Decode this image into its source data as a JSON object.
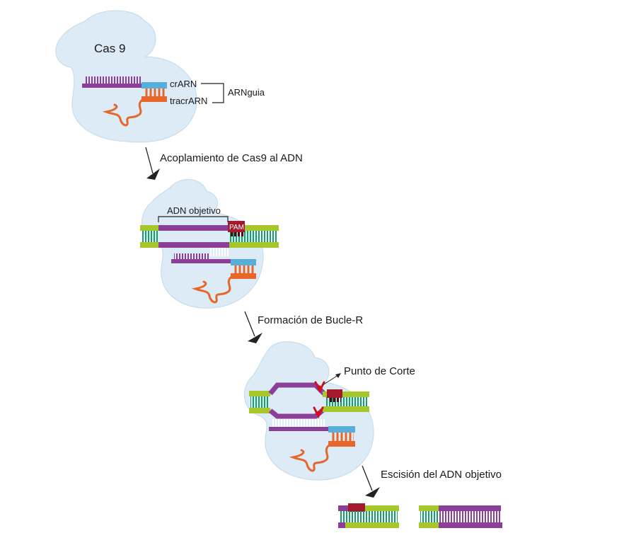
{
  "labels": {
    "cas9": "Cas 9",
    "crarn": "crARN",
    "tracrarn": "tracrARN",
    "arnguia": "ARNguia",
    "adn_objetivo": "ADN objetivo",
    "pam": "PAM",
    "punto_de_corte": "Punto de Corte"
  },
  "steps": [
    "Acoplamiento de Cas9 al ADN",
    "Formación de Bucle-R",
    "Escisión del ADN objetivo"
  ],
  "colors": {
    "cas9_body": "#dcebf5",
    "cas9_outline": "#9fbfd6",
    "rna_purple": "#8b3f98",
    "dna_green": "#a7c62c",
    "base_green": "#15a06a",
    "crarn_blue": "#57afd9",
    "tracr_orange": "#e7672a",
    "pam_red": "#a31a2c",
    "cut_red": "#d0101e"
  }
}
